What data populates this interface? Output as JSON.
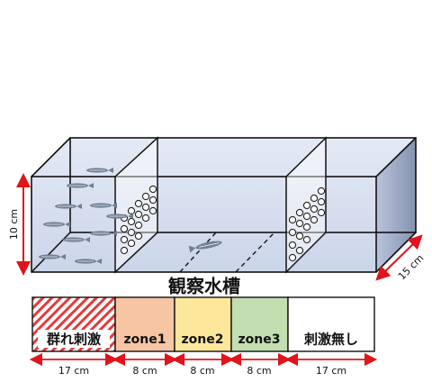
{
  "tank_title": "観察水槽",
  "dimensions": {
    "height": "10 cm",
    "depth": "15 cm"
  },
  "zones": [
    {
      "label": "群れ刺激",
      "width": "17 cm",
      "color": "#f4a1a1",
      "pattern": "hatch"
    },
    {
      "label": "zone1",
      "width": "8 cm",
      "color": "#f6c5a3"
    },
    {
      "label": "zone2",
      "width": "8 cm",
      "color": "#fde79a"
    },
    {
      "label": "zone3",
      "width": "8 cm",
      "color": "#c3deb0"
    },
    {
      "label": "刺激無し",
      "width": "17 cm",
      "color": "#ffffff"
    }
  ],
  "colors": {
    "water": "#c8d3e8",
    "tank_side": "#8d9bb8",
    "dimension_arrow": "#e0141b"
  }
}
